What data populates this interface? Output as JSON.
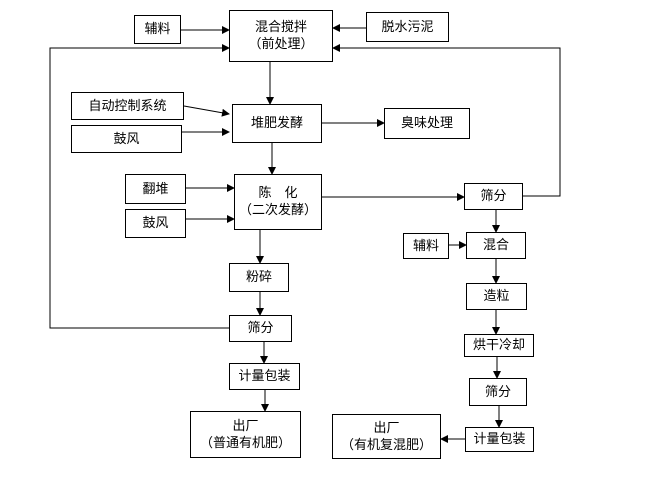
{
  "nodes": {
    "fuliao1": "辅料",
    "mix_pre_line1": "混合搅拌",
    "mix_pre_line2": "（前处理）",
    "sludge": "脱水污泥",
    "auto_control": "自动控制系统",
    "blower1": "鼓风",
    "ferment": "堆肥发酵",
    "odor": "臭味处理",
    "turning": "翻堆",
    "aging_line1": "陈　化",
    "aging_line2": "（二次发酵）",
    "blower2": "鼓风",
    "screen_right": "筛分",
    "fuliao2": "辅料",
    "mixing": "混合",
    "crush": "粉碎",
    "granulate": "造粒",
    "screen_left": "筛分",
    "dry_cool": "烘干冷却",
    "pack_left": "计量包装",
    "screen_right2": "筛分",
    "out_left_line1": "出厂",
    "out_left_line2": "（普通有机肥）",
    "out_right_line1": "出厂",
    "out_right_line2": "（有机复混肥）",
    "pack_right": "计量包装"
  },
  "colors": {
    "line": "#000000",
    "box_border": "#000000",
    "background": "#ffffff"
  }
}
